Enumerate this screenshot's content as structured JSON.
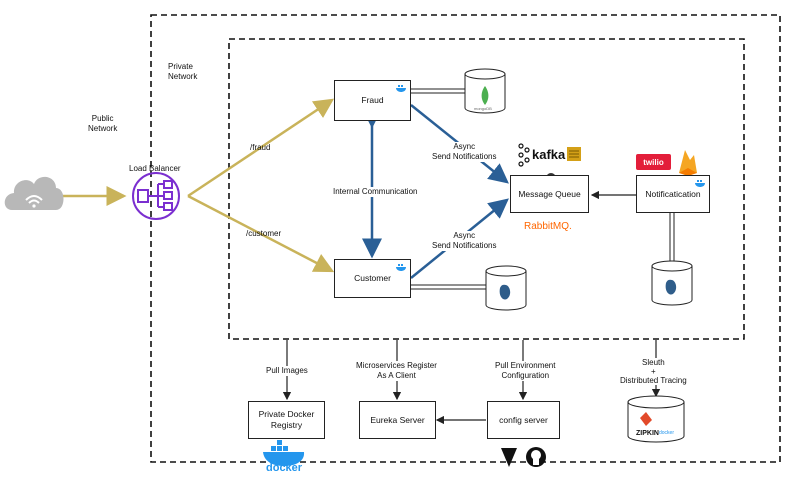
{
  "labels": {
    "private_network": "Private\nNetwork",
    "public_network": "Public\nNetwork",
    "load_balancer": "Load Balancer",
    "route_fraud": "/fraud",
    "route_customer": "/customer",
    "internal_comm": "Internal Communication",
    "async_top": "Async\nSend Notifications",
    "async_bottom": "Async\nSend Notifications",
    "pull_images": "Pull Images",
    "ms_register": "Microservices Register\nAs A Client",
    "pull_env": "Pull Environment\nConfiguration",
    "sleuth": "Sleuth\n+\nDistributed Tracing"
  },
  "services": {
    "fraud": "Fraud",
    "customer": "Customer",
    "message_queue": "Message Queue",
    "notification": "Notificatication",
    "docker_registry": "Private Docker\nRegistry",
    "eureka": "Eureka Server",
    "config": "config server"
  },
  "brands": {
    "kafka": "kafka",
    "rabbitmq": "RabbitMQ.",
    "twilio": "twilio",
    "docker": "docker",
    "zipkin": "ZIPKIN",
    "mongodb": "mongoDB"
  },
  "colors": {
    "public_link": "#c9b35a",
    "internal_link": "#2a5f96",
    "lb_purple": "#7b2fd0",
    "docker_blue": "#2496ed"
  }
}
